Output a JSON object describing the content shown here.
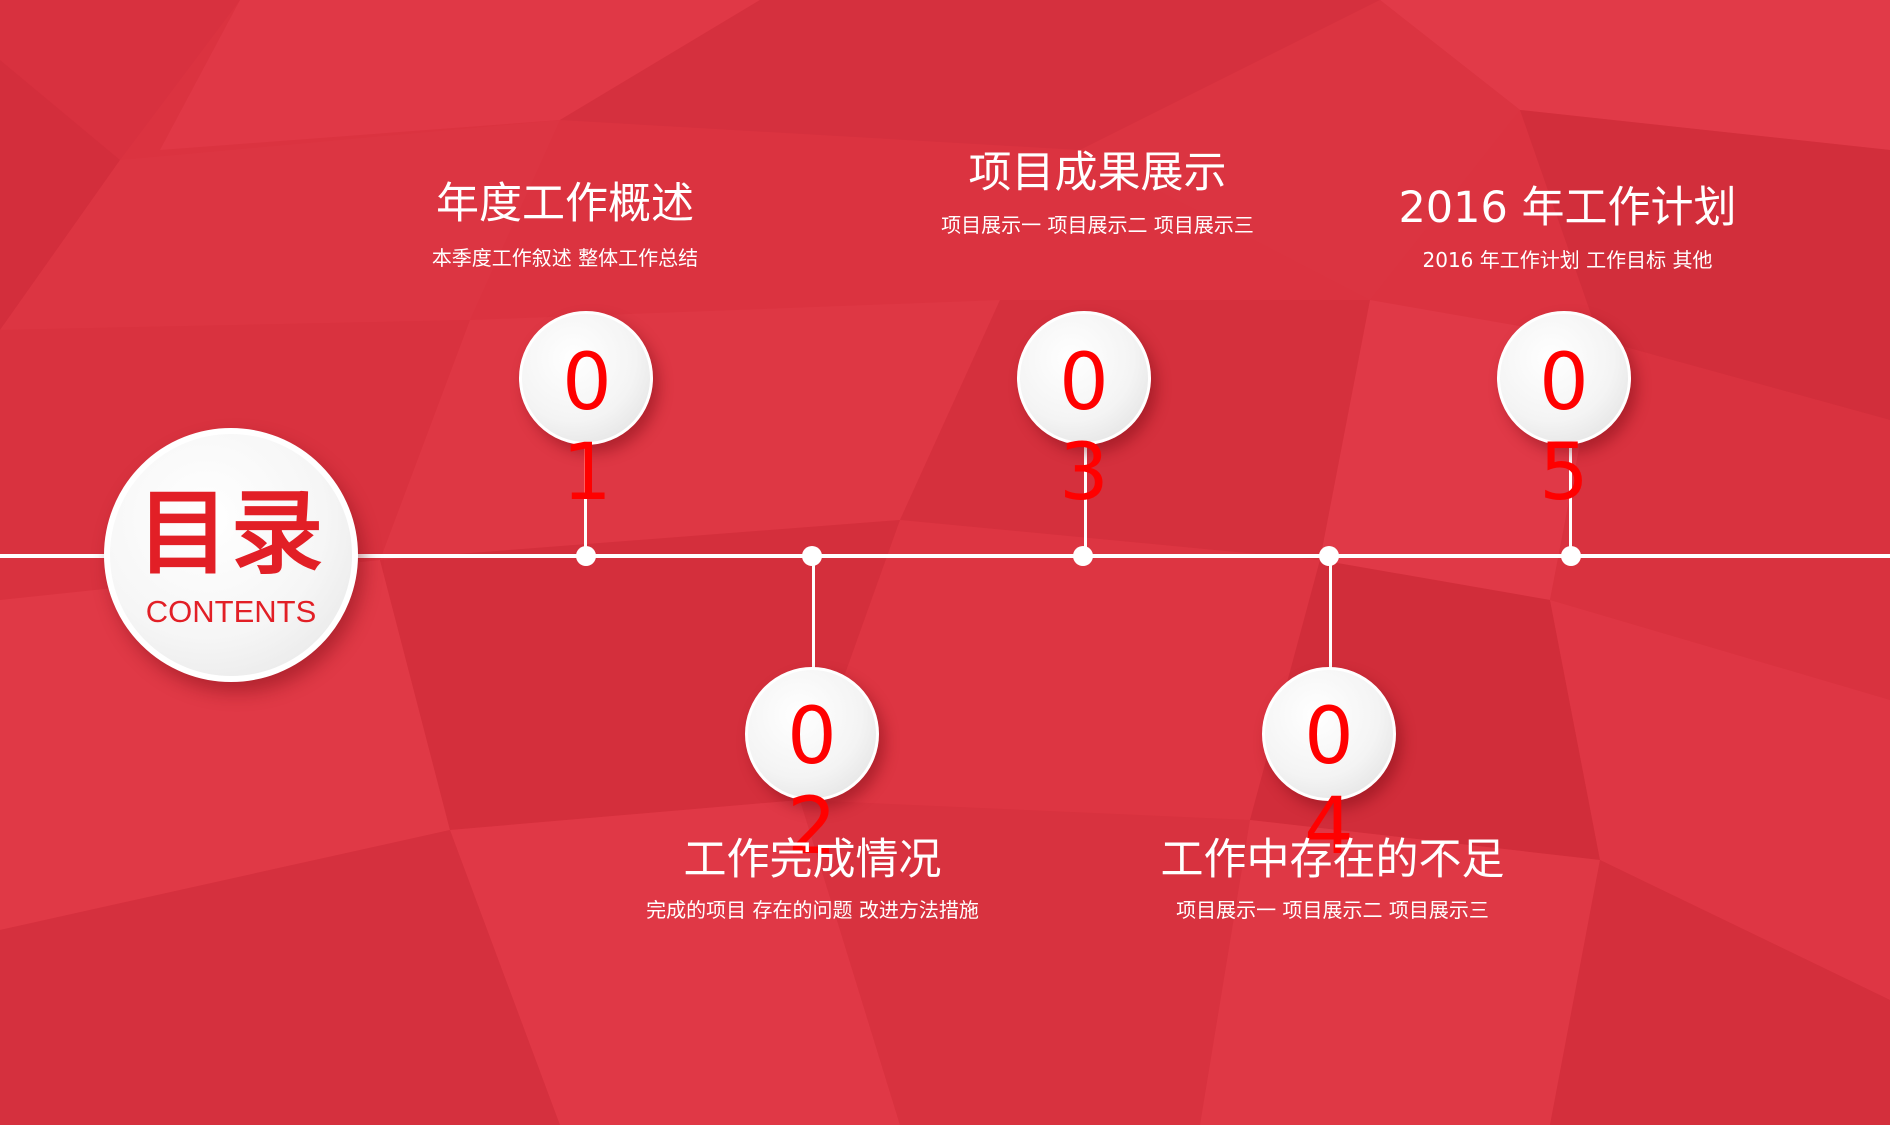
{
  "slide": {
    "background_color": "#db3340",
    "accent_color": "#e21f26",
    "number_color": "#ff0000",
    "main": {
      "title": "目录",
      "subtitle": "CONTENTS"
    },
    "items": [
      {
        "number": "01",
        "title": "年度工作概述",
        "description": "本季度工作叙述 整体工作总结"
      },
      {
        "number": "02",
        "title": "工作完成情况",
        "description": "完成的项目 存在的问题 改进方法措施"
      },
      {
        "number": "03",
        "title": "项目成果展示",
        "description": "项目展示一 项目展示二  项目展示三"
      },
      {
        "number": "04",
        "title": "工作中存在的不足",
        "description": "项目展示一 项目展示二  项目展示三"
      },
      {
        "number": "05",
        "title": "2016 年工作计划",
        "description": "2016 年工作计划 工作目标 其他"
      }
    ]
  }
}
